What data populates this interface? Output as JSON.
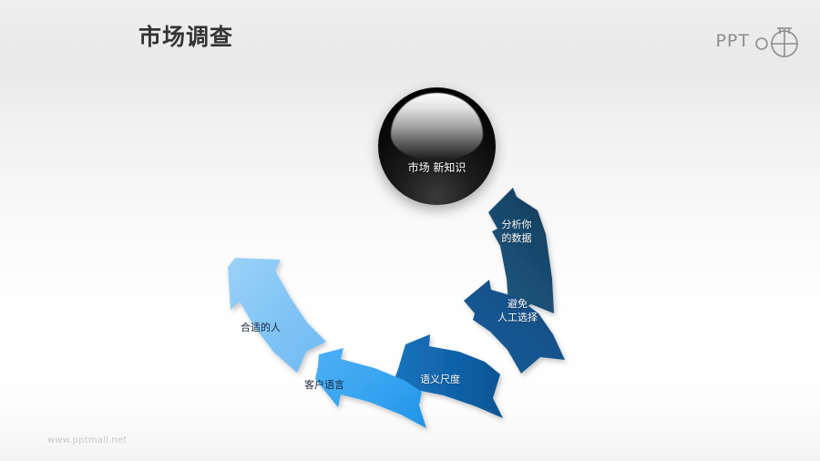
{
  "slide": {
    "title": "市场调查",
    "background_color": "#f3f3f3"
  },
  "logo": {
    "text": "PPT",
    "circle_icon_name": "circle-icon",
    "crossed_circle_icon_name": "crossed-circle-icon",
    "color": "#8d8d8d"
  },
  "center_node": {
    "label": "市场\n新知识",
    "shape": "sphere",
    "color": "#000000",
    "text_color": "#ffffff"
  },
  "diagram_data": {
    "type": "cycle-arrow-flow",
    "direction": "clockwise-u-curve",
    "steps": [
      {
        "id": "right-people",
        "order": 1,
        "label": "合适的人",
        "color": "#80c4f5",
        "text_color": "#14233a"
      },
      {
        "id": "customer-language",
        "order": 2,
        "label": "客户语言",
        "color": "#35a3f0",
        "text_color": "#14233a"
      },
      {
        "id": "semantic-scale",
        "order": 3,
        "label": "语义尺度",
        "color": "#1062a8",
        "text_color": "#ffffff"
      },
      {
        "id": "avoid-manual-selection",
        "order": 4,
        "label": "避免\n人工选择",
        "color": "#15538d",
        "text_color": "#ffffff"
      },
      {
        "id": "analyze-your-data",
        "order": 5,
        "label": "分析你\n的数据",
        "color": "#1a4d73",
        "text_color": "#ffffff"
      }
    ]
  },
  "footer": {
    "watermark": "www.pptmall.net"
  }
}
